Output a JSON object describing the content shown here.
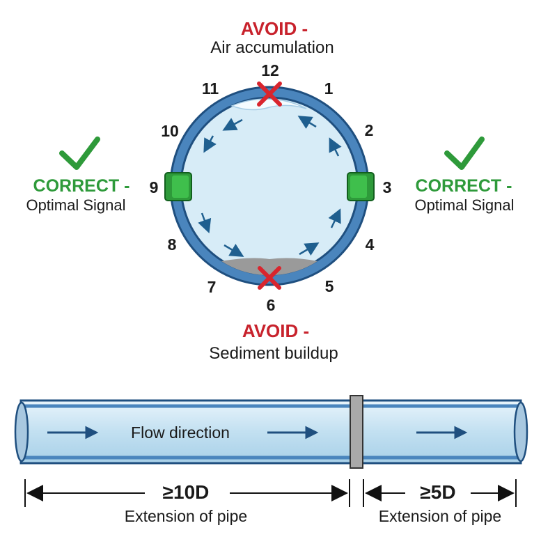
{
  "avoid_top": {
    "title": "AVOID -",
    "subtitle": "Air accumulation"
  },
  "avoid_bottom": {
    "title": "AVOID -",
    "subtitle": "Sediment buildup"
  },
  "correct_left": {
    "title": "CORRECT -",
    "subtitle": "Optimal Signal"
  },
  "correct_right": {
    "title": "CORRECT -",
    "subtitle": "Optimal Signal"
  },
  "clock_positions": [
    "12",
    "1",
    "2",
    "3",
    "4",
    "5",
    "6",
    "7",
    "8",
    "9",
    "10",
    "11"
  ],
  "flow_label": "Flow direction",
  "dimension_upstream": {
    "value": "≥10D",
    "label": "Extension of pipe"
  },
  "dimension_downstream": {
    "value": "≥5D",
    "label": "Extension of pipe"
  },
  "colors": {
    "avoid": "#c8222c",
    "correct": "#2e9a3a",
    "pipe_wall": "#5b94c8",
    "pipe_fill": "#cfe6f4",
    "arrow": "#1f5f8f",
    "sediment": "#9a9a9a"
  },
  "icons": {
    "avoid_mark": "red-x-icon",
    "correct_mark": "green-check-icon",
    "flow_arrow": "arrow-right-icon"
  }
}
